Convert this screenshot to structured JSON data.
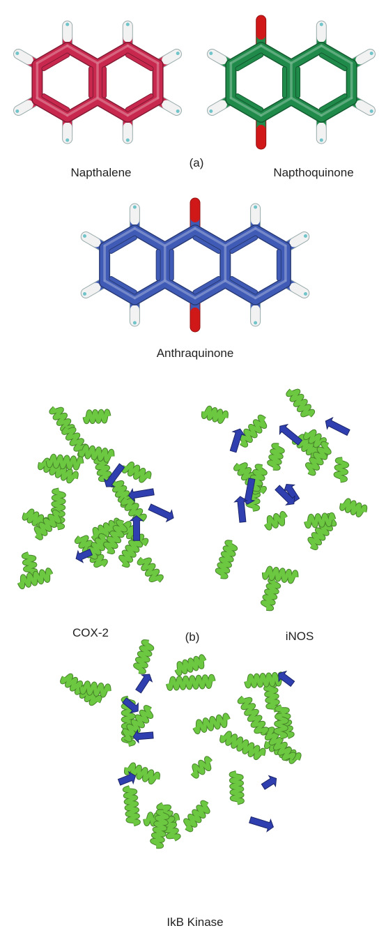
{
  "panel_a": {
    "label": "(a)",
    "molecules": [
      {
        "name": "Napthalene",
        "color": "#c8284e",
        "rings": 2,
        "oxygens": []
      },
      {
        "name": "Napthoquinone",
        "color": "#1f8a4a",
        "rings": 2,
        "oxygens": [
          "top-left-ring",
          "bottom-left-ring"
        ]
      },
      {
        "name": "Anthraquinone",
        "color": "#3f5bb5",
        "rings": 3,
        "oxygens": [
          "top-center",
          "bottom-center"
        ]
      }
    ],
    "atom_colors": {
      "hydrogen": "#f2f2f2",
      "hydrogen_tint": "#3ab0b8",
      "oxygen": "#d01818"
    }
  },
  "panel_b": {
    "label": "(b)",
    "proteins": [
      {
        "name": "COX-2"
      },
      {
        "name": "iNOS"
      },
      {
        "name": "IkB Kinase"
      }
    ],
    "structure_colors": {
      "helix": "#6cc840",
      "coil": "#8a2d9a",
      "sheet": "#2f3fb0"
    }
  }
}
